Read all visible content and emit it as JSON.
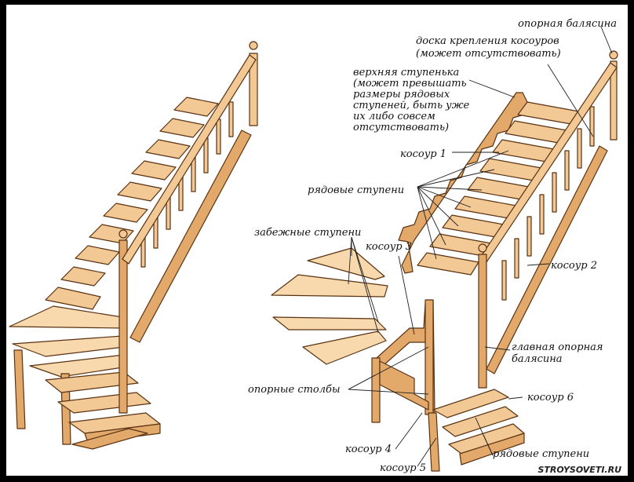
{
  "labels": {
    "support_baluster": "опорная балясина",
    "stringer_board_1": "доска крепления косоуров",
    "stringer_board_2": "(может отсутствовать)",
    "top_step_1": "верхняя ступенька",
    "top_step_2": "(может превышать",
    "top_step_3": "размеры рядовых",
    "top_step_4": "ступеней, быть уже",
    "top_step_5": "их либо совсем",
    "top_step_6": "отсутствовать)",
    "stringer_1": "косоур 1",
    "regular_steps_top": "рядовые ступени",
    "winder_steps": "забежные ступени",
    "stringer_3": "косоур 3",
    "stringer_2": "косоур 2",
    "main_baluster_1": "главная опорная",
    "main_baluster_2": "балясина",
    "support_posts": "опорные столбы",
    "stringer_6": "косоур 6",
    "stringer_4": "косоур 4",
    "regular_steps_bottom": "рядовые ступени",
    "stringer_5": "косоур 5"
  },
  "watermark": "STROYSOVETI.RU",
  "colors": {
    "wood": "#f2c995",
    "wood_dark": "#e2a96b",
    "outline": "#5a3212",
    "frame": "#000000"
  }
}
